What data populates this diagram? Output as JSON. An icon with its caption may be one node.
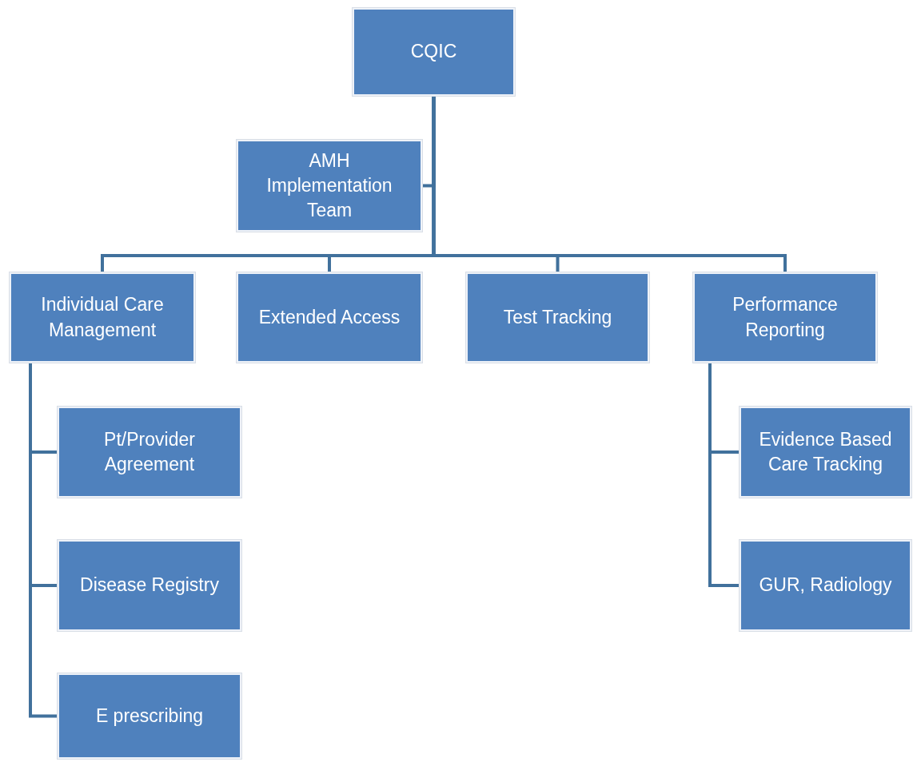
{
  "diagram": {
    "nodes": [
      {
        "text": [
          "CQIC"
        ]
      },
      {
        "text": [
          "AMH Implementation Team"
        ]
      },
      {
        "text": [
          "Individual Care Management"
        ]
      },
      {
        "text": [
          "Extended Access"
        ]
      },
      {
        "text": [
          "Test Tracking"
        ]
      },
      {
        "text": [
          "Performance Reporting"
        ]
      },
      {
        "text": [
          "Pt/Provider Agreement"
        ]
      },
      {
        "text": [
          "Disease Registry"
        ]
      },
      {
        "text": [
          "E prescribing"
        ]
      },
      {
        "text": [
          "Evidence Based Care Tracking"
        ]
      },
      {
        "text": [
          "GUR, Radiology"
        ]
      }
    ],
    "edges": [
      {
        "from": 0,
        "to": 1,
        "arrow": "none"
      },
      {
        "from": 0,
        "to": 2,
        "arrow": "none"
      },
      {
        "from": 0,
        "to": 3,
        "arrow": "none"
      },
      {
        "from": 0,
        "to": 4,
        "arrow": "none"
      },
      {
        "from": 0,
        "to": 5,
        "arrow": "none"
      },
      {
        "from": 2,
        "to": 6,
        "arrow": "none"
      },
      {
        "from": 2,
        "to": 7,
        "arrow": "none"
      },
      {
        "from": 2,
        "to": 8,
        "arrow": "none"
      },
      {
        "from": 5,
        "to": 9,
        "arrow": "none"
      },
      {
        "from": 5,
        "to": 10,
        "arrow": "none"
      }
    ]
  }
}
